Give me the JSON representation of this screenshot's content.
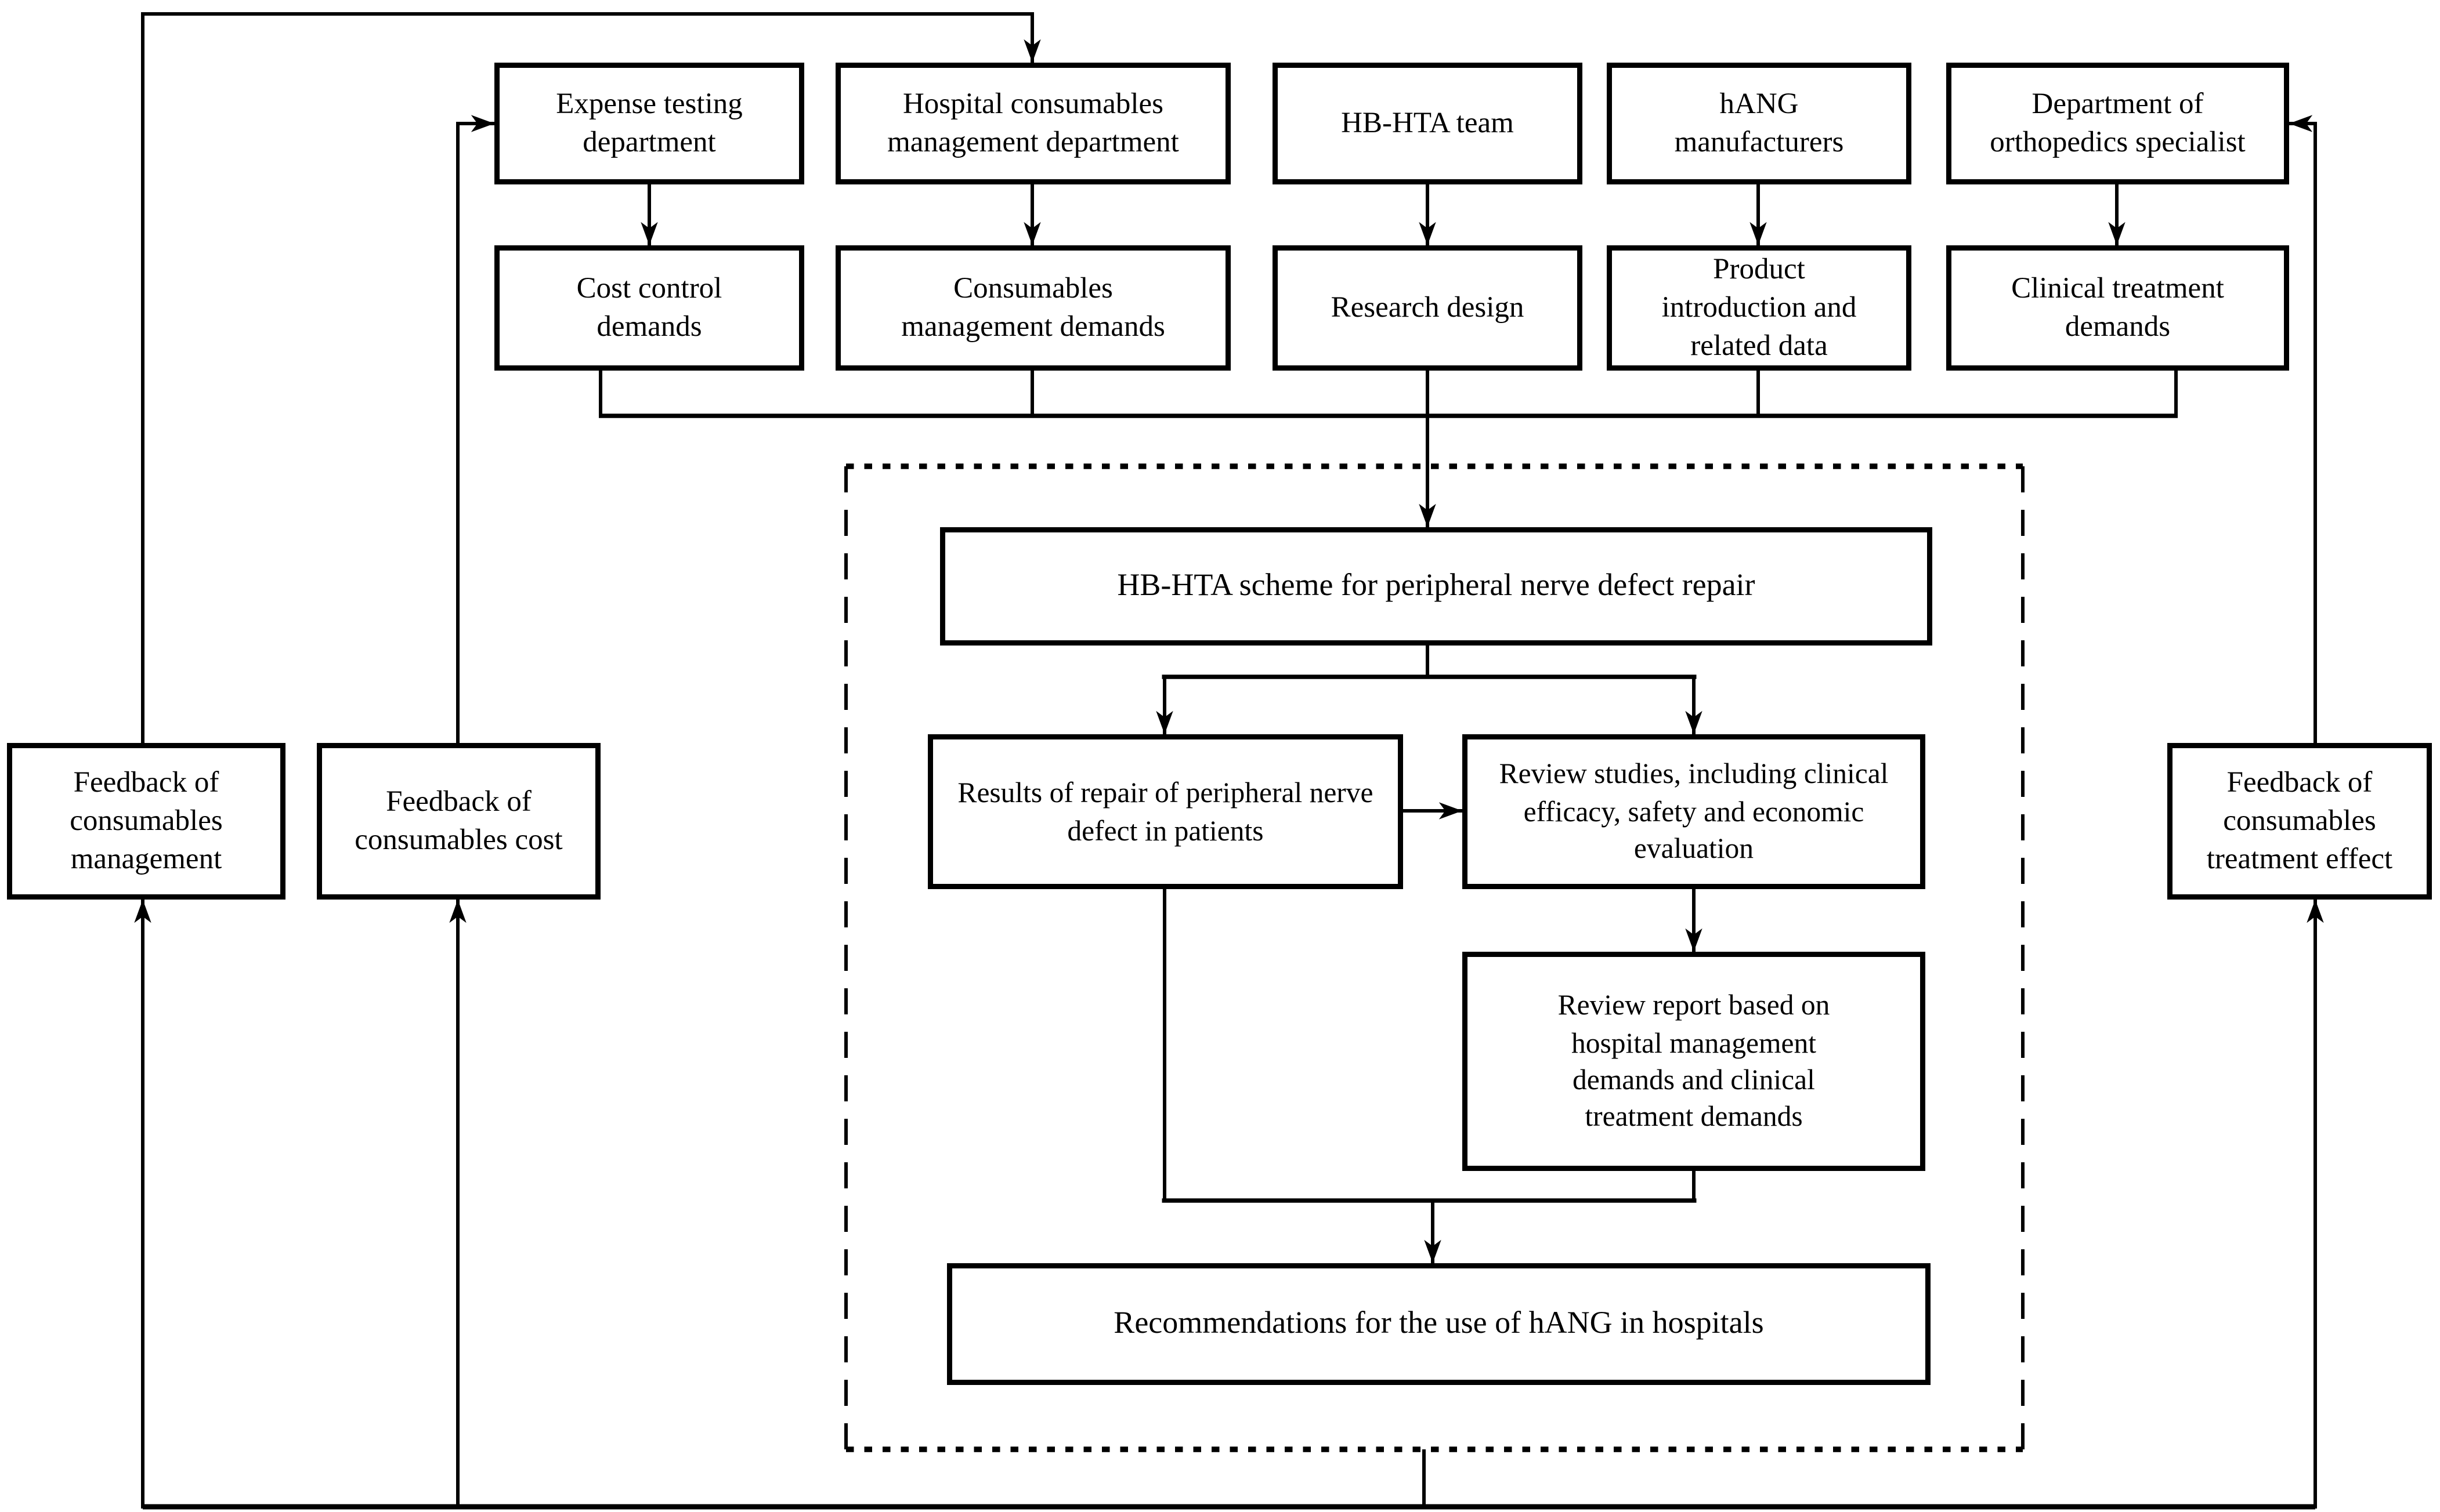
{
  "figure": {
    "columns": [
      {
        "source": "Expense testing department",
        "output": "Cost control demands"
      },
      {
        "source": "Hospital consumables management department",
        "output": "Consumables management demands"
      },
      {
        "source": "HB-HTA team",
        "output": "Research design"
      },
      {
        "source": "hANG manufacturers",
        "output": "Product introduction and related data"
      },
      {
        "source": "Department of orthopedics specialist",
        "output": "Clinical treatment demands"
      }
    ],
    "process": {
      "scheme": "HB-HTA scheme for peripheral nerve defect repair",
      "results": "Results of repair of peripheral nerve defect in patients",
      "review_studies": "Review studies, including clinical efficacy, safety and economic evaluation",
      "review_report": "Review report based on hospital management demands and clinical treatment demands",
      "recommendations": "Recommendations for the use of hANG in hospitals"
    },
    "feedback": {
      "management": "Feedback of consumables management",
      "cost": "Feedback of consumables cost",
      "treatment_effect": "Feedback of consumables treatment effect"
    },
    "colors": {
      "line": "#000000",
      "background": "#ffffff",
      "node_background": "#ffffff"
    }
  }
}
